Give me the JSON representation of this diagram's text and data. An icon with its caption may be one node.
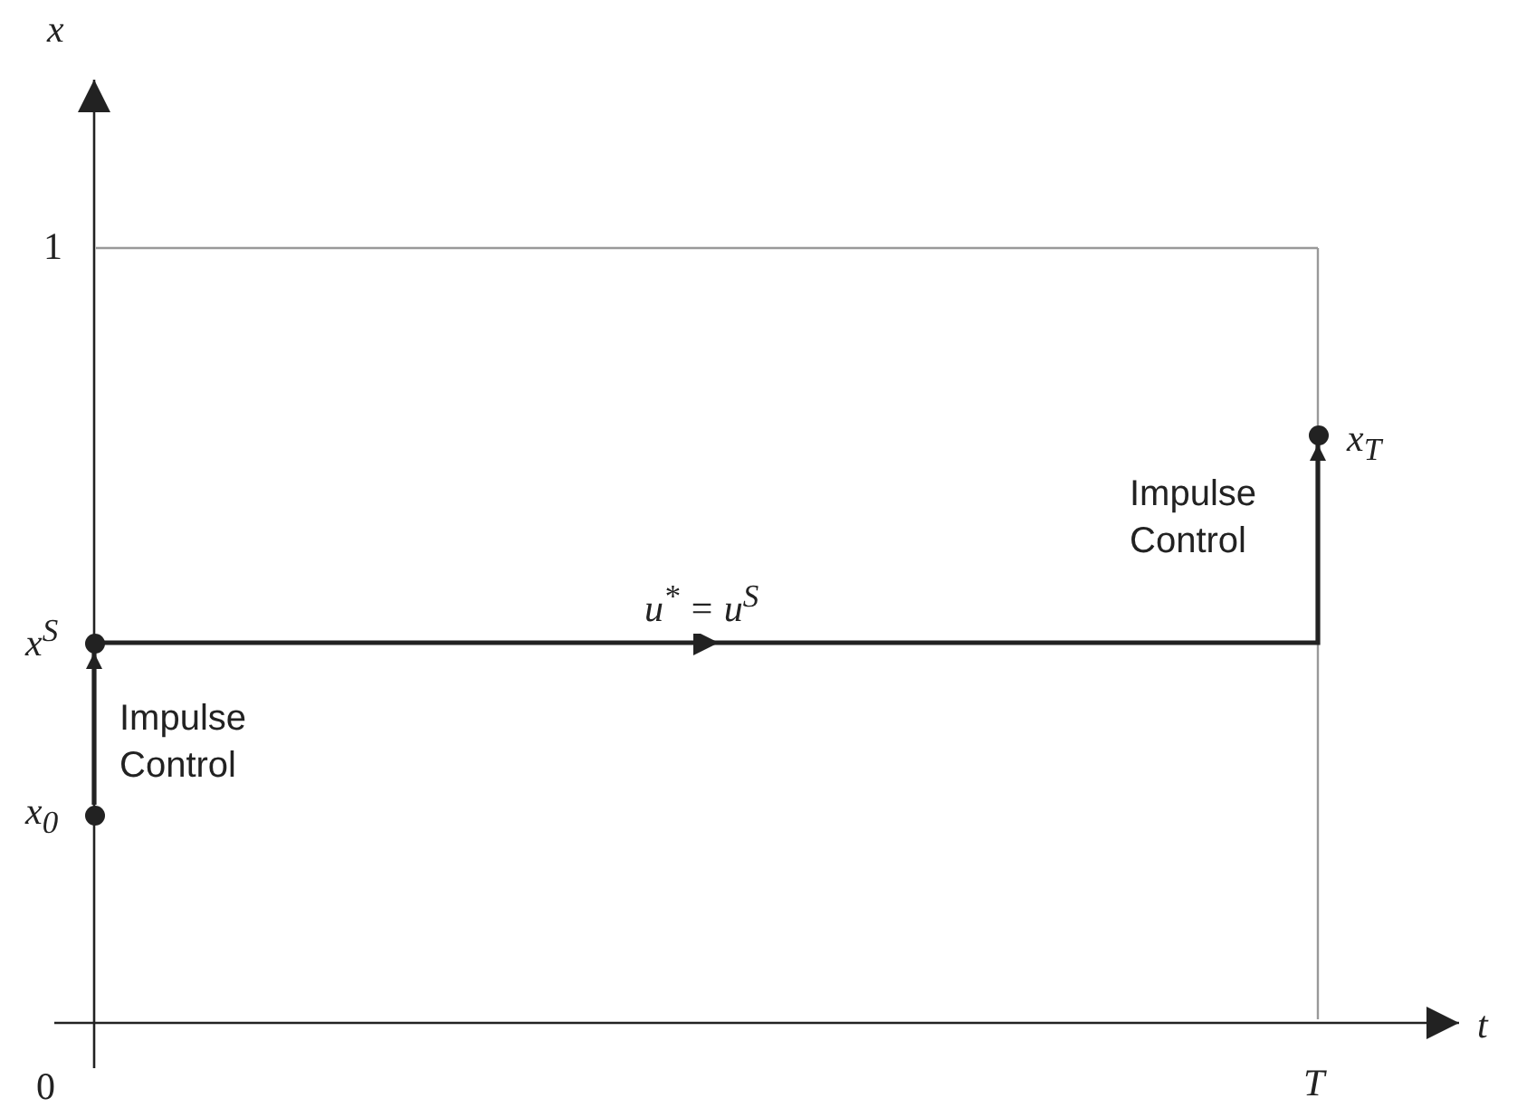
{
  "diagram": {
    "nodes": [
      {
        "text": [
          "x$_{0}$"
        ]
      },
      {
        "text": [
          "x$^{S}$"
        ]
      },
      {
        "text": [
          "x$_{T}$"
        ]
      }
    ],
    "edges": [
      {
        "from": 0,
        "to": 1,
        "arrow": "to",
        "label": "Impulse Control"
      },
      {
        "from": 1,
        "to": 2,
        "arrow": "to",
        "label": "u$^{*}$ = u$^{S}$"
      }
    ],
    "labels": [
      "x",
      "1",
      "Impulse Control",
      "0",
      "T",
      "t"
    ]
  }
}
